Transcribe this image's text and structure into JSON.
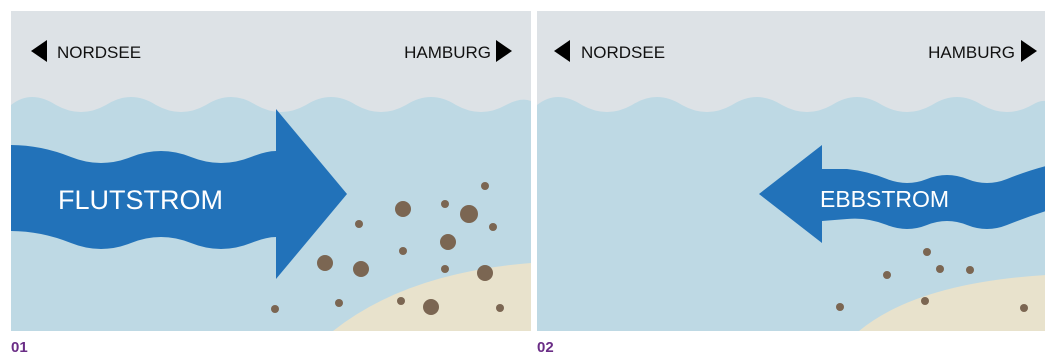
{
  "colors": {
    "sky": "#dde2e6",
    "water": "#bed9e4",
    "arrow": "#2272b9",
    "sand": "#e8e2cc",
    "particle": "#7b6652",
    "caption": "#6a2d86"
  },
  "panels": [
    {
      "caption": "01",
      "left_label": "NORDSEE",
      "right_label": "HAMBURG",
      "current_label": "FLUTSTROM",
      "current_direction": "towards Hamburg"
    },
    {
      "caption": "02",
      "left_label": "NORDSEE",
      "right_label": "HAMBURG",
      "current_label": "EBBSTROM",
      "current_direction": "towards Nordsee"
    }
  ]
}
